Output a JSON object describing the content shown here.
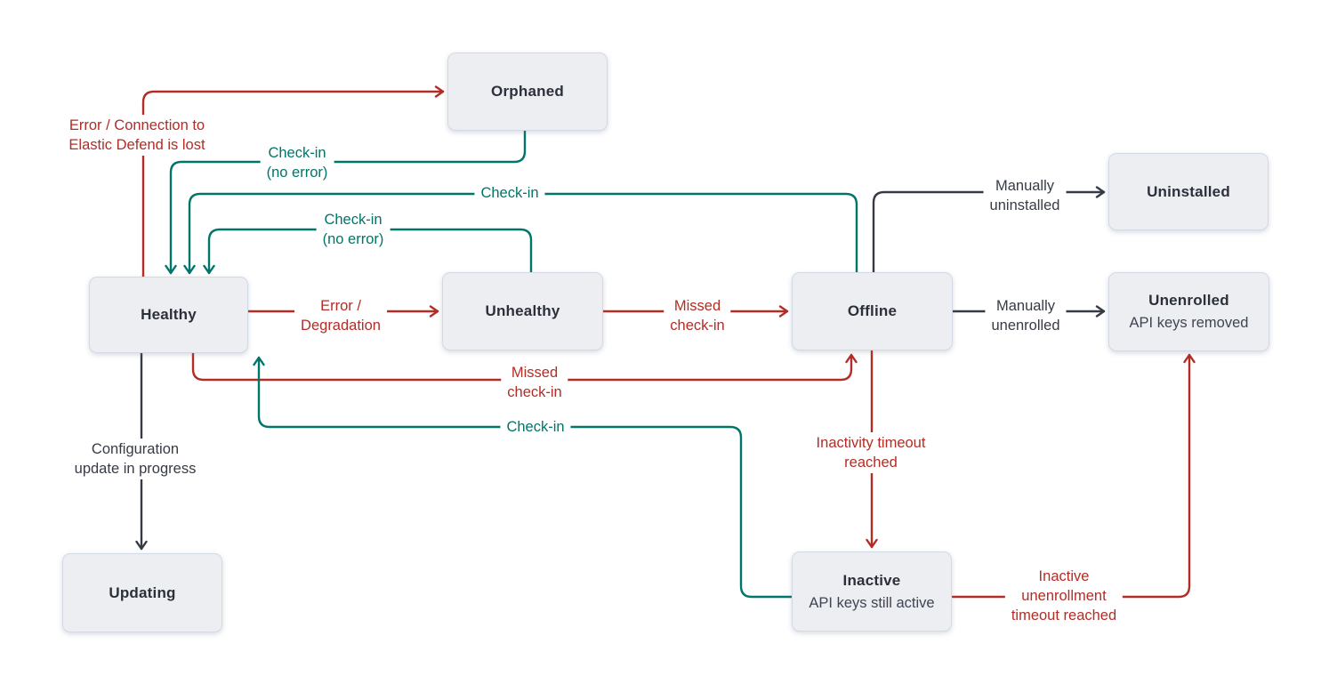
{
  "colors": {
    "error": "#b22d26",
    "success": "#00756a",
    "neutral": "#353a45",
    "box_fill": "#eceef2",
    "box_border": "#d3dae6"
  },
  "states": {
    "orphaned": {
      "label": "Orphaned"
    },
    "healthy": {
      "label": "Healthy"
    },
    "unhealthy": {
      "label": "Unhealthy"
    },
    "offline": {
      "label": "Offline"
    },
    "uninstalled": {
      "label": "Uninstalled"
    },
    "unenrolled": {
      "label": "Unenrolled",
      "sublabel": "API keys removed"
    },
    "updating": {
      "label": "Updating"
    },
    "inactive": {
      "label": "Inactive",
      "sublabel": "API keys still active"
    }
  },
  "transitions": {
    "healthy_orphaned": {
      "label": "Error / Connection to\nElastic Defend is lost"
    },
    "orphaned_healthy": {
      "label": "Check-in\n(no error)"
    },
    "offline_healthy": {
      "label": "Check-in"
    },
    "unhealthy_healthy": {
      "label": "Check-in\n(no error)"
    },
    "healthy_unhealthy": {
      "label": "Error /\nDegradation"
    },
    "unhealthy_offline": {
      "label": "Missed\ncheck-in"
    },
    "healthy_offline": {
      "label": "Missed\ncheck-in"
    },
    "inactive_healthy": {
      "label": "Check-in"
    },
    "healthy_updating": {
      "label": "Configuration\nupdate in progress"
    },
    "offline_uninstalled": {
      "label": "Manually\nuninstalled"
    },
    "offline_unenrolled": {
      "label": "Manually\nunenrolled"
    },
    "offline_inactive": {
      "label": "Inactivity timeout\nreached"
    },
    "inactive_unenrolled": {
      "label": "Inactive\nunenrollment\ntimeout reached"
    }
  }
}
